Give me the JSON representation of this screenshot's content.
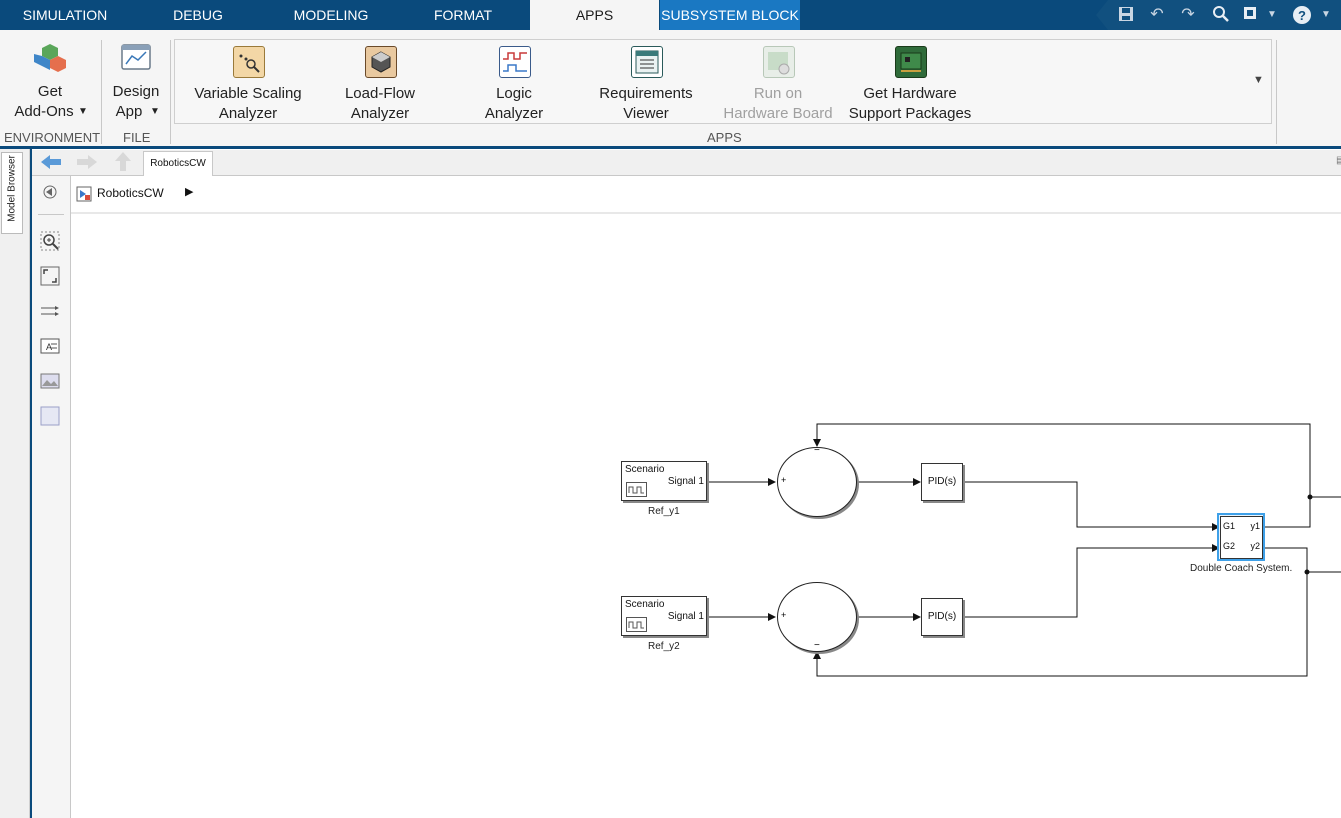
{
  "tabs": [
    {
      "label": "SIMULATION",
      "state": "normal"
    },
    {
      "label": "DEBUG",
      "state": "normal"
    },
    {
      "label": "MODELING",
      "state": "normal"
    },
    {
      "label": "FORMAT",
      "state": "normal"
    },
    {
      "label": "APPS",
      "state": "active"
    },
    {
      "label": "SUBSYSTEM BLOCK",
      "state": "context"
    }
  ],
  "quick_access": [
    "save-icon",
    "undo-icon",
    "redo-icon",
    "search-icon",
    "layout-icon",
    "help-icon"
  ],
  "ribbon": {
    "environment": {
      "get_addons_line1": "Get",
      "get_addons_line2": "Add-Ons",
      "section_label": "ENVIRONMENT"
    },
    "file": {
      "design_app_line1": "Design",
      "design_app_line2": "App",
      "section_label": "FILE"
    },
    "apps": {
      "section_label": "APPS",
      "items": [
        {
          "line1": "Variable Scaling",
          "line2": "Analyzer",
          "icon": "variable-scaling-icon",
          "enabled": true
        },
        {
          "line1": "Load-Flow",
          "line2": "Analyzer",
          "icon": "load-flow-icon",
          "enabled": true
        },
        {
          "line1": "Logic",
          "line2": "Analyzer",
          "icon": "logic-analyzer-icon",
          "enabled": true
        },
        {
          "line1": "Requirements",
          "line2": "Viewer",
          "icon": "requirements-viewer-icon",
          "enabled": true
        },
        {
          "line1": "Run on",
          "line2": "Hardware Board",
          "icon": "hardware-board-icon",
          "enabled": false
        },
        {
          "line1": "Get Hardware",
          "line2": "Support Packages",
          "icon": "hardware-support-icon",
          "enabled": true
        }
      ]
    }
  },
  "sidebar": {
    "model_browser_label": "Model Browser"
  },
  "editor": {
    "doc_tab": "RoboticsCW",
    "breadcrumb": "RoboticsCW"
  },
  "diagram": {
    "scenario1": {
      "title": "Scenario",
      "port": "Signal 1",
      "label": "Ref_y1"
    },
    "scenario2": {
      "title": "Scenario",
      "port": "Signal 1",
      "label": "Ref_y2"
    },
    "pid1": "PID(s)",
    "pid2": "PID(s)",
    "sum1": {
      "plus": "+",
      "minus": "−"
    },
    "sum2": {
      "plus": "+",
      "minus": "−"
    },
    "subsystem": {
      "in1": "G1",
      "in2": "G2",
      "out1": "y1",
      "out2": "y2",
      "label": "Double Coach System."
    }
  },
  "colors": {
    "tab_bar": "#0a4a7c",
    "context_tab": "#1a78c2",
    "selection": "#3ea0e8"
  }
}
